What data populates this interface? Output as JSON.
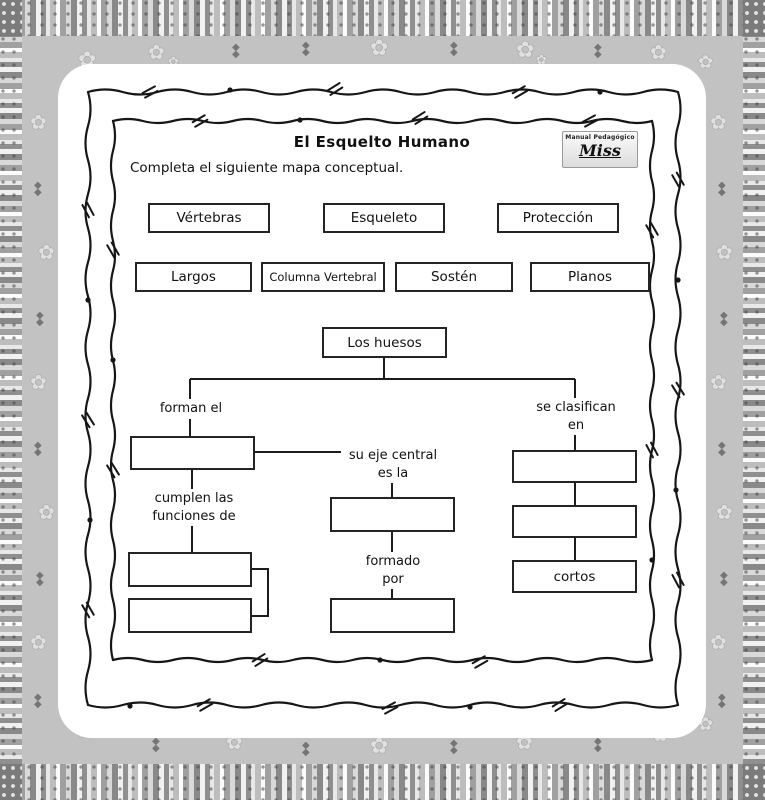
{
  "page": {
    "title": "El Esquelto Humano",
    "instruction": "Completa el siguiente mapa conceptual."
  },
  "logo": {
    "tagline": "Manual Pedagógico",
    "brand": "Miss"
  },
  "word_bank": {
    "row1": [
      "Vértebras",
      "Esqueleto",
      "Protección"
    ],
    "row2": [
      "Largos",
      "Columna Vertebral",
      "Sostén",
      "Planos"
    ]
  },
  "concept_map": {
    "root": "Los huesos",
    "label_forman": "forman el",
    "label_eje": "su eje central es la",
    "label_funciones": "cumplen las funciones de",
    "label_formado": "formado por",
    "label_clasifican": "se clasifican en",
    "answer_cortos": "cortos"
  },
  "icons": {
    "flower-icon": "✿",
    "diamond-icon": "◆"
  },
  "colors": {
    "ink": "#1c1c1c",
    "paper": "#ffffff",
    "mat": "#c2c2c2"
  }
}
